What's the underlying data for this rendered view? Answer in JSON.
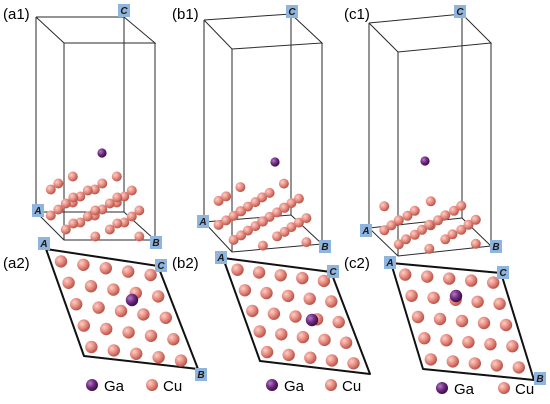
{
  "colors": {
    "atom_cu": "#e88b80",
    "atom_cu_dark": "#c56a60",
    "atom_ga": "#6e2a80",
    "atom_ga_dark": "#4a1458",
    "axis_tag_bg": "#8fb4de"
  },
  "axis_labels": {
    "a": "A",
    "b": "B",
    "c": "C"
  },
  "panels": [
    {
      "id": "a1",
      "label": "(a1)"
    },
    {
      "id": "b1",
      "label": "(b1)"
    },
    {
      "id": "c1",
      "label": "(c1)"
    },
    {
      "id": "a2",
      "label": "(a2)"
    },
    {
      "id": "b2",
      "label": "(b2)"
    },
    {
      "id": "c2",
      "label": "(c2)"
    }
  ],
  "legend": {
    "ga": "Ga",
    "cu": "Cu"
  }
}
